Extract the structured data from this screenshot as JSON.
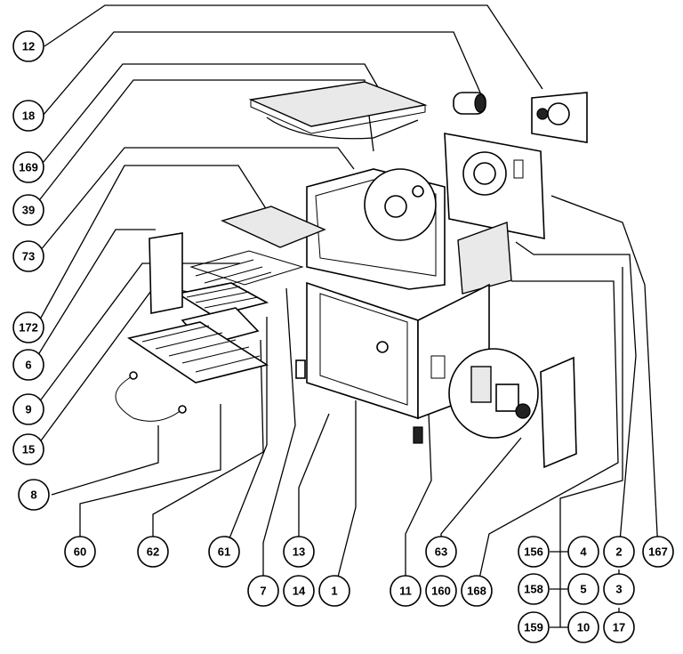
{
  "callouts": {
    "c12": "12",
    "c18": "18",
    "c169": "169",
    "c39": "39",
    "c73": "73",
    "c172": "172",
    "c6": "6",
    "c9": "9",
    "c15": "15",
    "c8": "8",
    "c60": "60",
    "c62": "62",
    "c61": "61",
    "c13": "13",
    "c1": "1",
    "c7": "7",
    "c14": "14",
    "c11": "11",
    "c63": "63",
    "c160": "160",
    "c168": "168",
    "c156": "156",
    "c4": "4",
    "c2": "2",
    "c167": "167",
    "c158": "158",
    "c5": "5",
    "c3": "3",
    "c159": "159",
    "c10": "10",
    "c17": "17"
  }
}
